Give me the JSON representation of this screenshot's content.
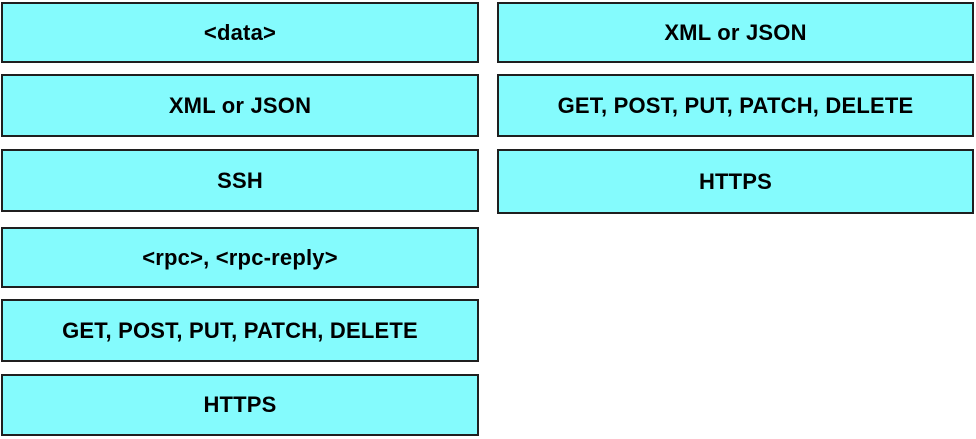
{
  "palette": {
    "tile_fill": "#84fbfd",
    "tile_border": "#1f1f1f",
    "text_color": "#000000",
    "background": "#ffffff"
  },
  "left_column": {
    "items": [
      {
        "label": "<data>"
      },
      {
        "label": "XML or JSON"
      },
      {
        "label": "SSH"
      },
      {
        "label": "<rpc>, <rpc-reply>"
      },
      {
        "label": "GET, POST, PUT, PATCH, DELETE"
      },
      {
        "label": "HTTPS"
      }
    ]
  },
  "right_column": {
    "items": [
      {
        "label": "XML or JSON"
      },
      {
        "label": "GET, POST, PUT, PATCH, DELETE"
      },
      {
        "label": "HTTPS"
      }
    ]
  }
}
